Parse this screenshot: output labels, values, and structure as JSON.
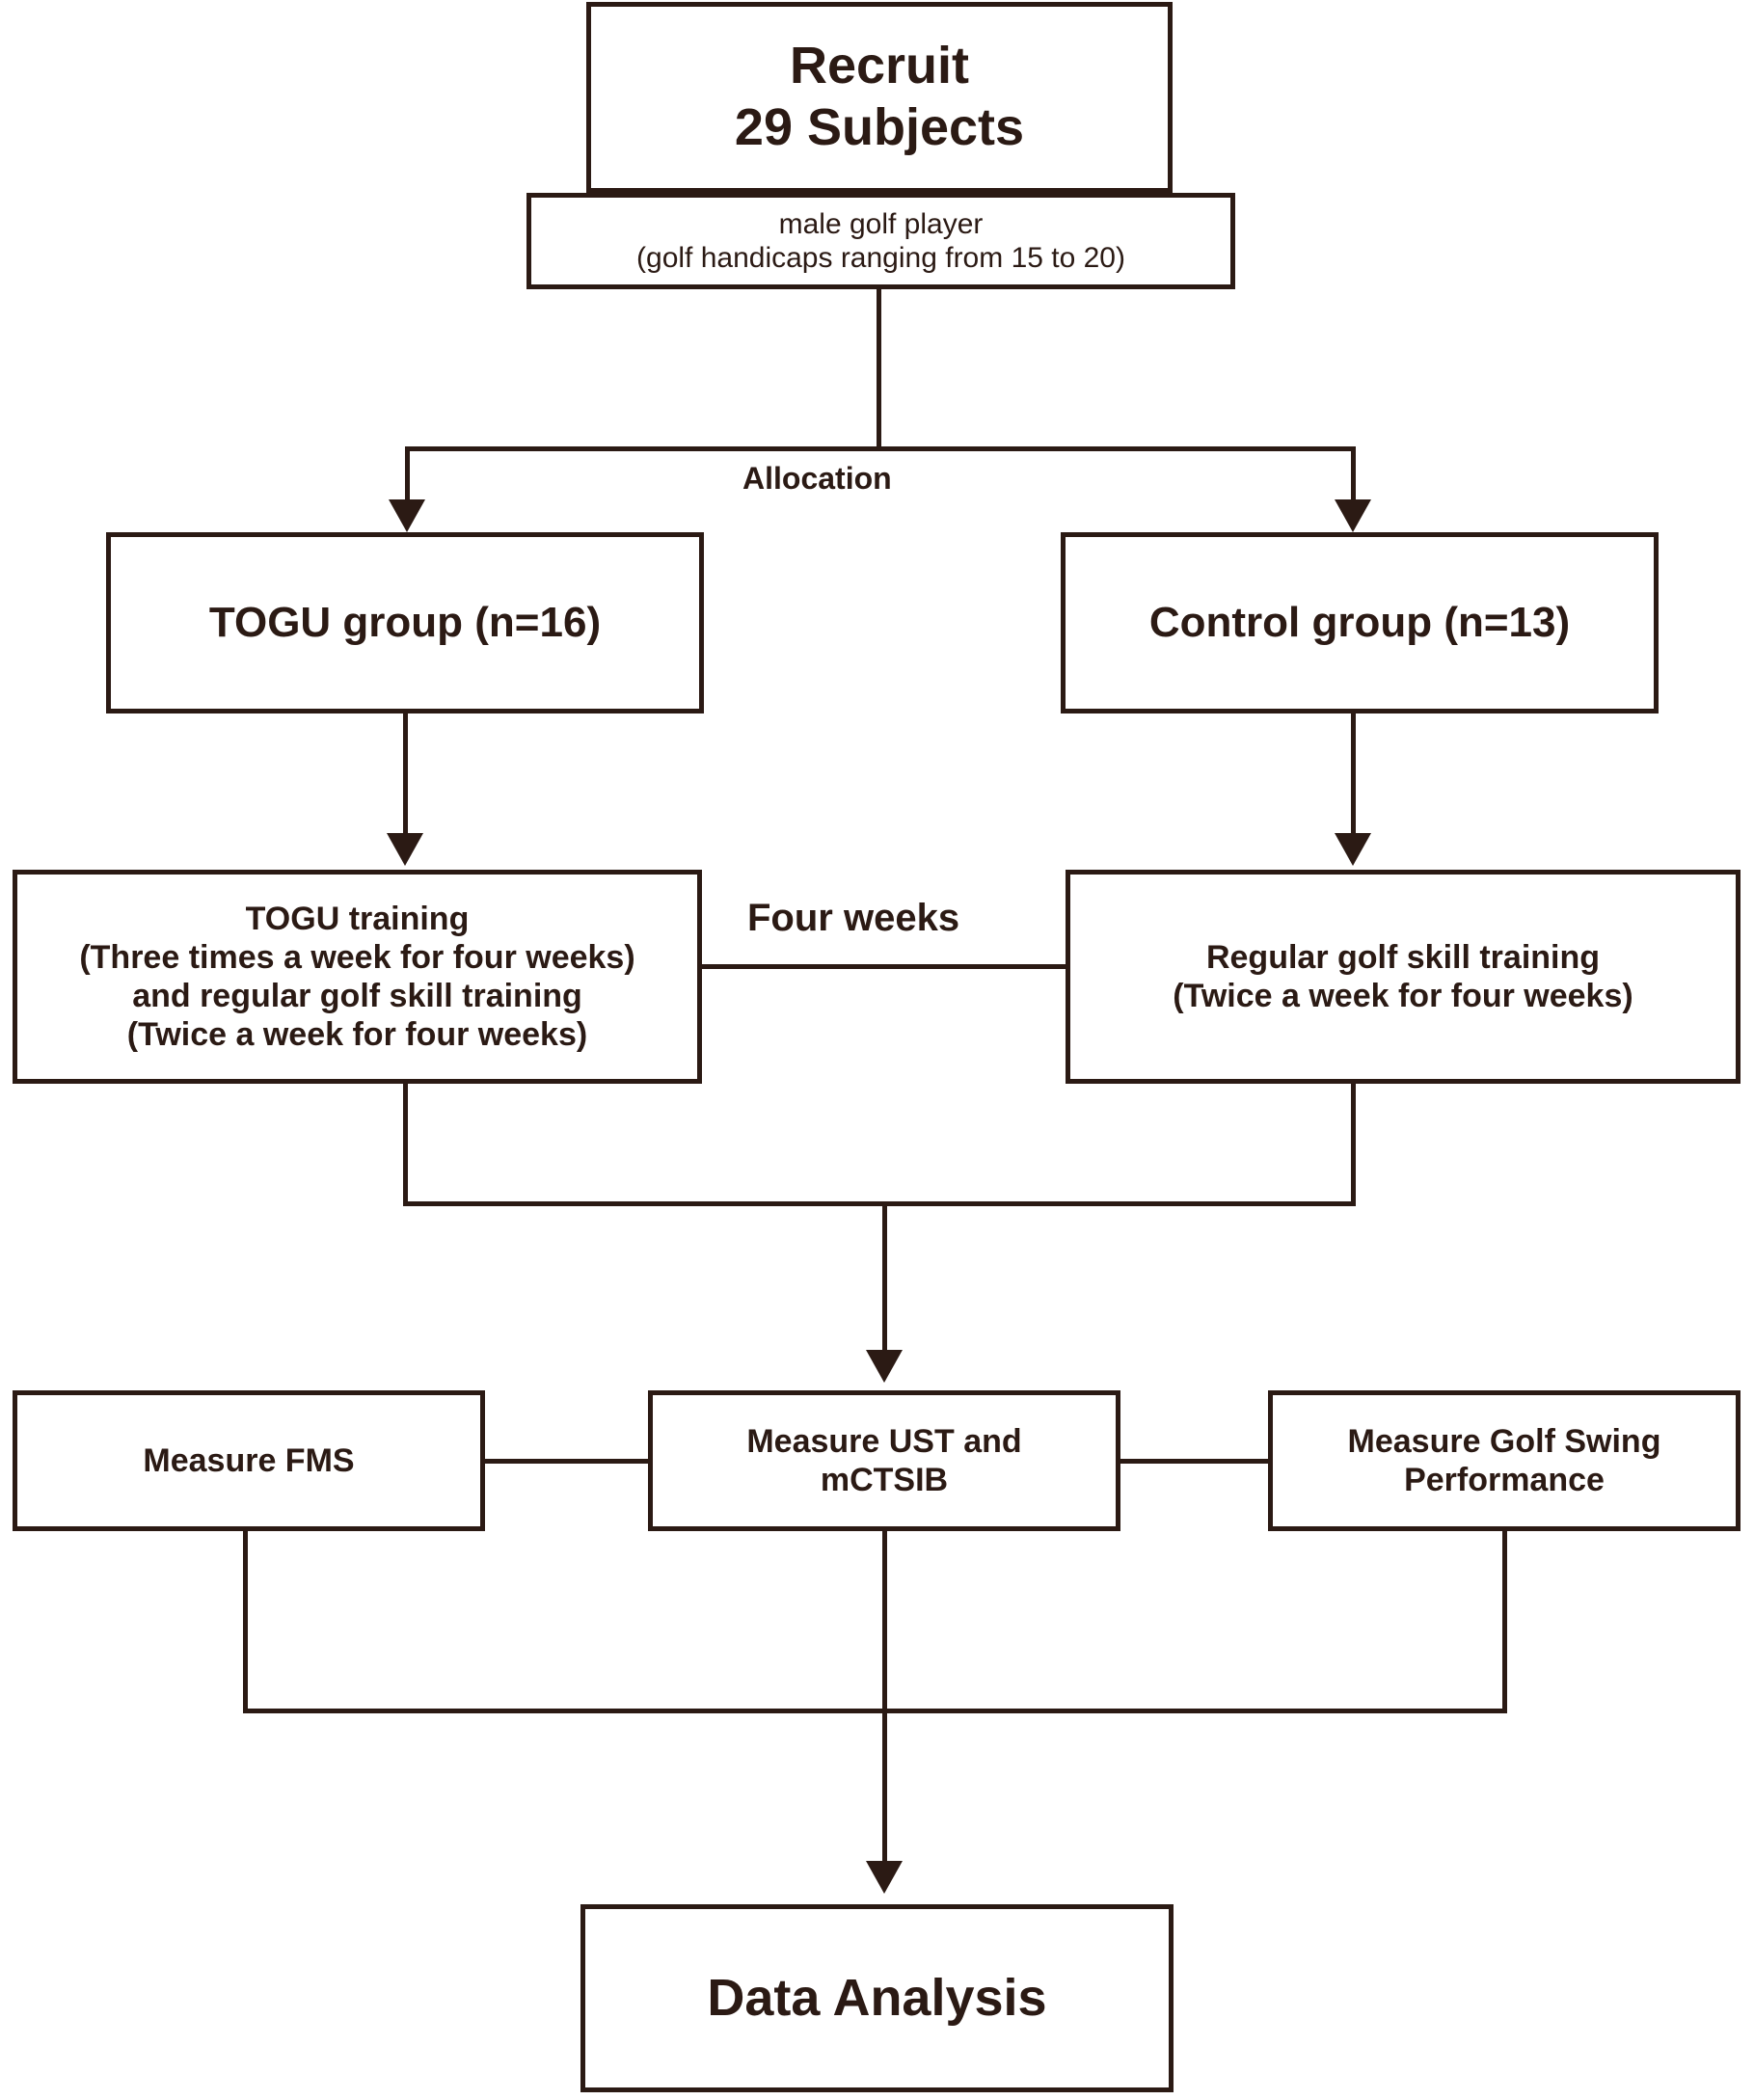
{
  "diagram": {
    "title": "Study flow diagram",
    "colors": {
      "stroke": "#2b1a14",
      "background": "#ffffff"
    }
  },
  "nodes": {
    "recruit": {
      "line1": "Recruit",
      "line2": "29 Subjects"
    },
    "subtitle": {
      "line1": "male golf player",
      "line2": "(golf handicaps ranging from 15 to 20)"
    },
    "togu_group": {
      "label": "TOGU group (n=16)"
    },
    "control_group": {
      "label": "Control group (n=13)"
    },
    "togu_training": {
      "line1": "TOGU training",
      "line2": "(Three times a week for four weeks)",
      "line3": "and  regular golf skill training",
      "line4": "(Twice a week for four weeks)"
    },
    "control_training": {
      "line1": "Regular golf skill training",
      "line2": "(Twice a week for four weeks)"
    },
    "measure_fms": {
      "label": "Measure FMS"
    },
    "measure_ust": {
      "line1": "Measure UST and",
      "line2": "mCTSIB"
    },
    "measure_swing": {
      "line1": "Measure Golf Swing",
      "line2": "Performance"
    },
    "data_analysis": {
      "label": "Data Analysis"
    }
  },
  "edge_labels": {
    "allocation": "Allocation",
    "four_weeks": "Four weeks"
  }
}
